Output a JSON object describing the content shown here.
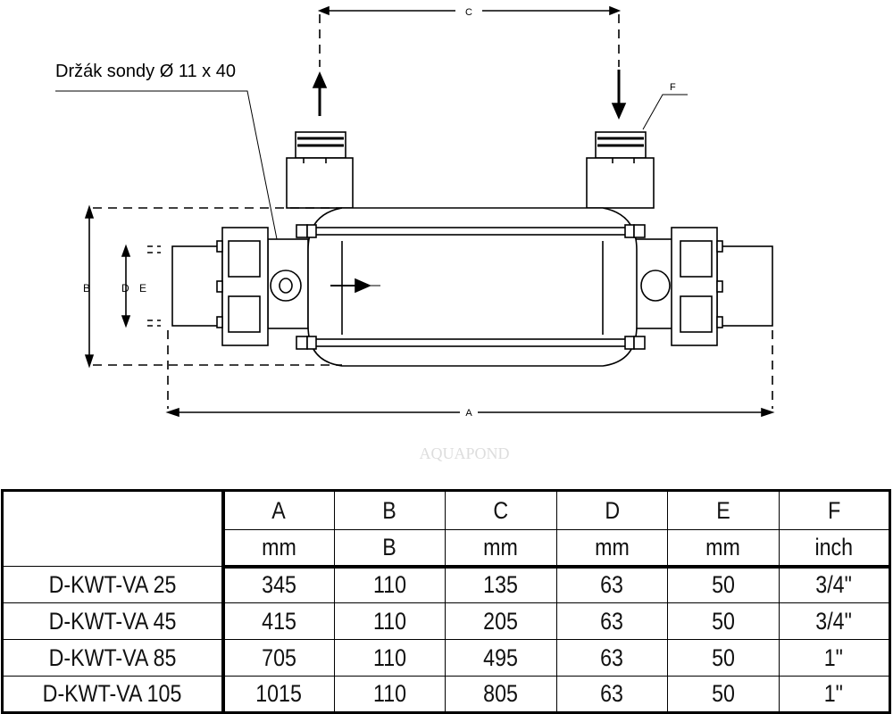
{
  "drawing": {
    "probe_label": "Držák sondy Ø 11 x 40",
    "dimension_labels": {
      "A": "A",
      "B": "B",
      "C": "C",
      "D": "D",
      "E": "E",
      "F": "F"
    },
    "watermark": "AQUAPOND"
  },
  "table": {
    "columns": [
      "A",
      "B",
      "C",
      "D",
      "E",
      "F"
    ],
    "units": [
      "mm",
      "B",
      "mm",
      "mm",
      "mm",
      "inch"
    ],
    "rows": [
      {
        "model": "D-KWT-VA 25",
        "values": [
          "345",
          "110",
          "135",
          "63",
          "50",
          "3/4\""
        ]
      },
      {
        "model": "D-KWT-VA 45",
        "values": [
          "415",
          "110",
          "205",
          "63",
          "50",
          "3/4\""
        ]
      },
      {
        "model": "D-KWT-VA 85",
        "values": [
          "705",
          "110",
          "495",
          "63",
          "50",
          "1\""
        ]
      },
      {
        "model": "D-KWT-VA 105",
        "values": [
          "1015",
          "110",
          "805",
          "63",
          "50",
          "1\""
        ]
      }
    ]
  }
}
